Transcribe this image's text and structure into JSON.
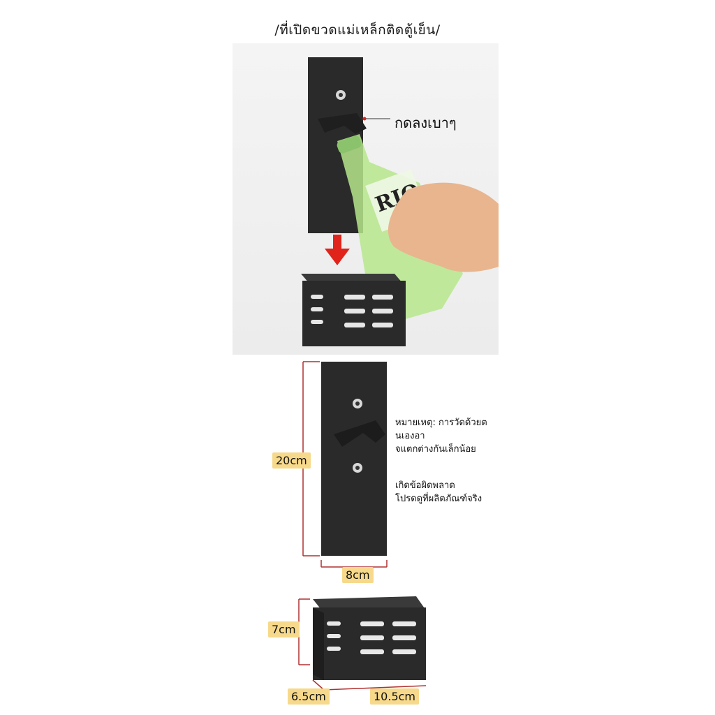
{
  "header": {
    "title": "/ที่เปิดขวดแม่เหล็กติดตู้เย็น/"
  },
  "photo": {
    "press_label": "กดลงเบาๆ",
    "bottle_text": "RIO"
  },
  "dimensions": {
    "opener_height": "20cm",
    "opener_width": "8cm",
    "box_height": "7cm",
    "box_depth": "6.5cm",
    "box_width": "10.5cm"
  },
  "notes": {
    "line1": "หมายเหตุ: การวัดด้วยต",
    "line2": "นเองอา",
    "line3": "จแตกต่างกันเล็กน้อย",
    "line4": "เกิดข้อผิดพลาด",
    "line5": "โปรดดูที่ผลิตภัณฑ์จริง"
  },
  "colors": {
    "metal": "#2b2b2b",
    "bottle": "#a8e080",
    "arrow": "#e0231b",
    "dimension_line": "#b03030",
    "label_bg": "#f7d98b"
  }
}
